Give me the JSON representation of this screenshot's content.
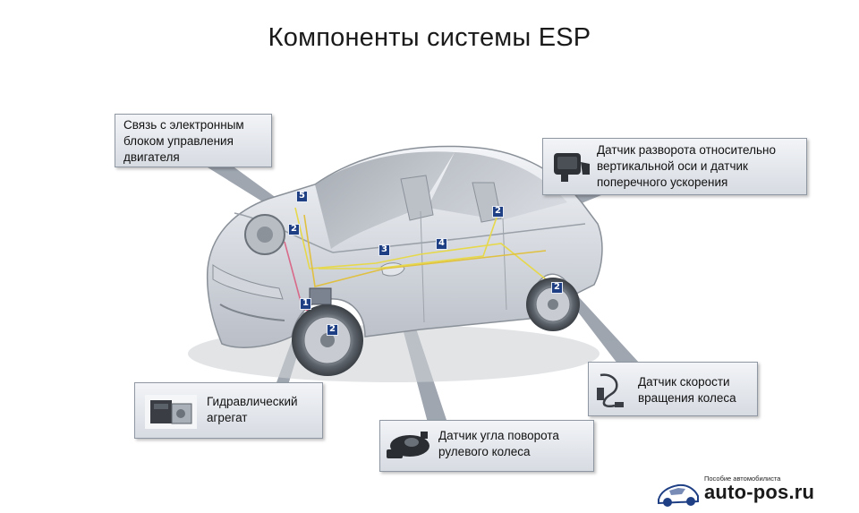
{
  "title": "Компоненты системы ESP",
  "callouts": {
    "engine": "Связь с электронным блоком управления двигателя",
    "yaw": "Датчик разворота относительно вертикальной оси и датчик поперечного ускорения",
    "hydraulic": "Гидравлический агрегат",
    "steering": "Датчик угла поворота рулевого колеса",
    "wheel": "Датчик скорости вращения колеса"
  },
  "markers": {
    "m1": "1",
    "m2_front": "2",
    "m2_front_lower": "2",
    "m2_rear_top": "2",
    "m2_rear": "2",
    "m3": "3",
    "m4": "4",
    "m5": "5"
  },
  "logo": {
    "small": "Пособие автомобилиста",
    "main": "auto-pos.ru"
  },
  "colors": {
    "marker": "#1f3f85",
    "callout": "#d7dbe2",
    "wiring": "#e6d84a"
  }
}
